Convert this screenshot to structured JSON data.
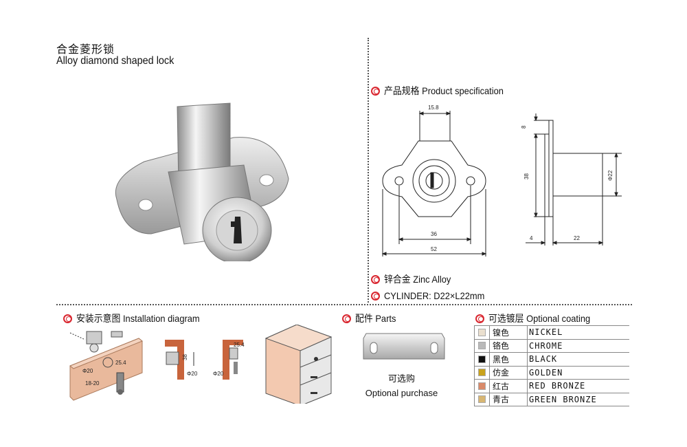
{
  "title": {
    "cn": "合金菱形锁",
    "en": "Alloy diamond shaped lock"
  },
  "sections": {
    "spec": "产品规格 Product specification",
    "material": "锌合金 Zinc Alloy",
    "cylinder": "CYLINDER: D22×L22mm",
    "install": "安装示意图 Installation diagram",
    "parts": "配件 Parts",
    "coating": "可选镀层 Optional coating"
  },
  "dimensions": {
    "front_width_top": "15.8",
    "hole_distance": "36",
    "total_width": "52",
    "side_tab": "8",
    "side_height": "38",
    "cylinder_dia": "Φ22",
    "plate_thick": "4",
    "cylinder_len": "22"
  },
  "install_labels": {
    "d1": "Φ20",
    "d2": "25.4",
    "d3": "18-20",
    "d4": "38",
    "d5": "Φ20",
    "d6": "25.4",
    "d7": "Φ20"
  },
  "parts_caption": {
    "cn": "可选购",
    "en": "Optional purchase"
  },
  "coatings": [
    {
      "cn": "镍色",
      "en": "NICKEL",
      "color": "#eadfce"
    },
    {
      "cn": "铬色",
      "en": "CHROME",
      "color": "#b9b9b9"
    },
    {
      "cn": "黑色",
      "en": "BLACK",
      "color": "#111111"
    },
    {
      "cn": "仿金",
      "en": "GOLDEN",
      "color": "#c9a21c"
    },
    {
      "cn": "红古",
      "en": "RED BRONZE",
      "color": "#d98a6a"
    },
    {
      "cn": "青古",
      "en": "GREEN BRONZE",
      "color": "#d8b672"
    }
  ]
}
